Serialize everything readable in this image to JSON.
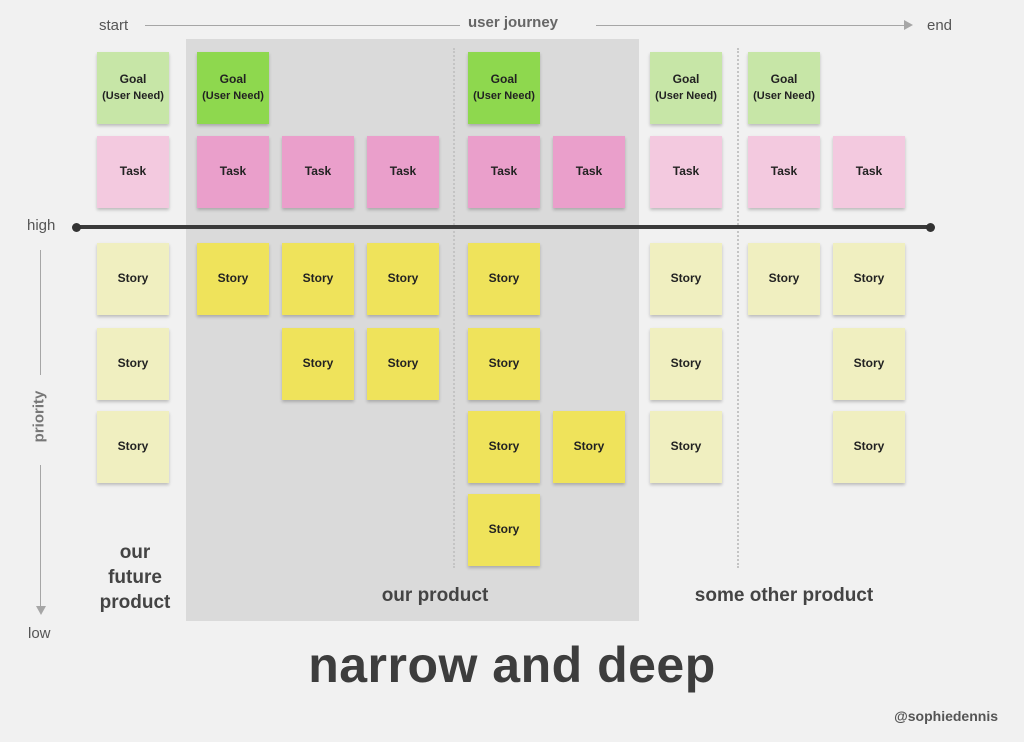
{
  "journey": {
    "start": "start",
    "title": "user journey",
    "end": "end"
  },
  "priority": {
    "high": "high",
    "label": "priority",
    "low": "low"
  },
  "labels": {
    "goal": "Goal",
    "goal_sub": "(User Need)",
    "task": "Task",
    "story": "Story"
  },
  "groups": {
    "future": [
      "our",
      "future",
      "product"
    ],
    "ours": "our product",
    "other": "some other product"
  },
  "title": "narrow and deep",
  "credit": "@sophiedennis",
  "colors": {
    "goal_bright": "#8ed84e",
    "goal_pale": "#c7e6a7",
    "task_bright": "#ea9fcb",
    "task_pale": "#f3c9df",
    "story_bright": "#efe35b",
    "story_pale": "#f0efc0",
    "product_band": "#dadada"
  }
}
